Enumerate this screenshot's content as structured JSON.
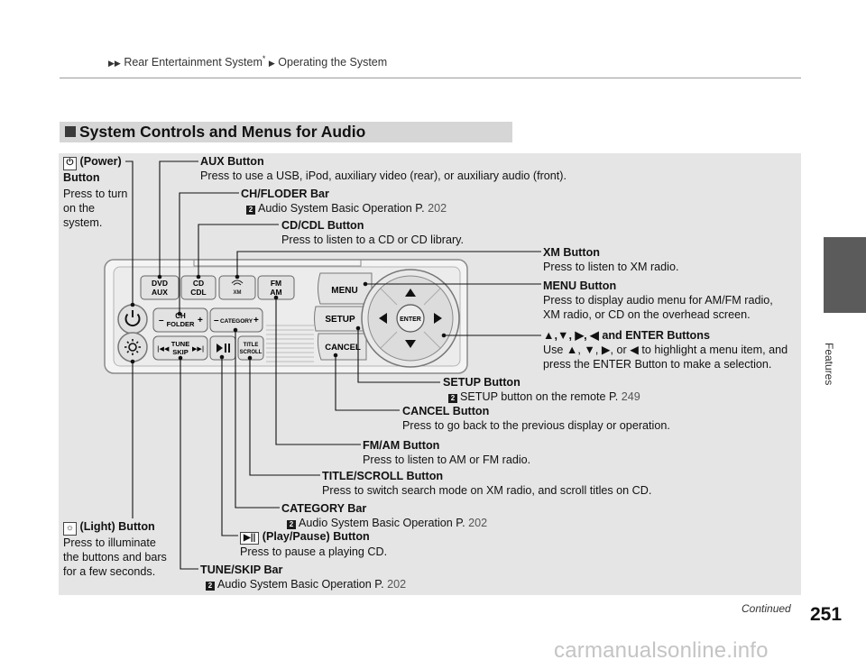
{
  "header": {
    "crumb1": "Rear Entertainment System",
    "asterisk": "*",
    "crumb2": "Operating the System"
  },
  "side_tab": "Features",
  "section_title": "System Controls and Menus for Audio",
  "labels": {
    "power": {
      "title": "(Power) Button",
      "desc": "Press to turn on the system."
    },
    "aux": {
      "title": "AUX Button",
      "desc": "Press to use a USB, iPod, auxiliary video (rear), or auxiliary audio (front)."
    },
    "ch_folder": {
      "title": "CH/FLODER Bar",
      "ref": "Audio System Basic Operation P.",
      "page": "202"
    },
    "cd": {
      "title": "CD/CDL Button",
      "desc": "Press to listen to a CD or CD library."
    },
    "xm": {
      "title": "XM Button",
      "desc": "Press to listen to XM radio."
    },
    "menu": {
      "title": "MENU Button",
      "desc1": "Press to display audio menu for AM/FM radio,",
      "desc2": "XM radio, or CD on the overhead screen."
    },
    "arrows": {
      "title": "and ENTER Buttons",
      "desc1a": "Use",
      "desc1b": "or",
      "desc1c": "to highlight a menu item, and",
      "desc2": "press the ENTER Button to make a selection."
    },
    "setup": {
      "title": "SETUP Button",
      "ref": "SETUP button on the remote P.",
      "page": "249"
    },
    "cancel": {
      "title": "CANCEL Button",
      "desc": "Press to go back to the previous display or operation."
    },
    "fmam": {
      "title": "FM/AM Button",
      "desc": "Press to listen to AM or FM radio."
    },
    "title_scroll": {
      "title": "TITLE/SCROLL Button",
      "desc": "Press to switch search mode on XM radio, and scroll titles on CD."
    },
    "category": {
      "title": "CATEGORY Bar",
      "ref": "Audio System Basic Operation P.",
      "page": "202"
    },
    "playpause": {
      "title": "(Play/Pause) Button",
      "desc": "Press to pause a playing CD."
    },
    "light": {
      "title": "(Light) Button",
      "desc": "Press to illuminate the buttons and bars for a few seconds."
    },
    "tune": {
      "title": "TUNE/SKIP Bar",
      "ref": "Audio System Basic Operation P.",
      "page": "202"
    }
  },
  "device": {
    "dvd": "DVD",
    "aux": "AUX",
    "cd": "CD",
    "cdl": "CDL",
    "fm": "FM",
    "am": "AM",
    "ch": "CH",
    "folder": "FOLDER",
    "category": "CATEGORY",
    "tune": "TUNE",
    "skip": "SKIP",
    "title": "TITLE",
    "scroll": "SCROLL",
    "menu": "MENU",
    "setup": "SETUP",
    "cancel": "CANCEL",
    "enter": "ENTER",
    "xm_icon": "xm-logo-icon"
  },
  "page_number": "251",
  "continued": "Continued",
  "watermark": "carmanualsonline.info"
}
